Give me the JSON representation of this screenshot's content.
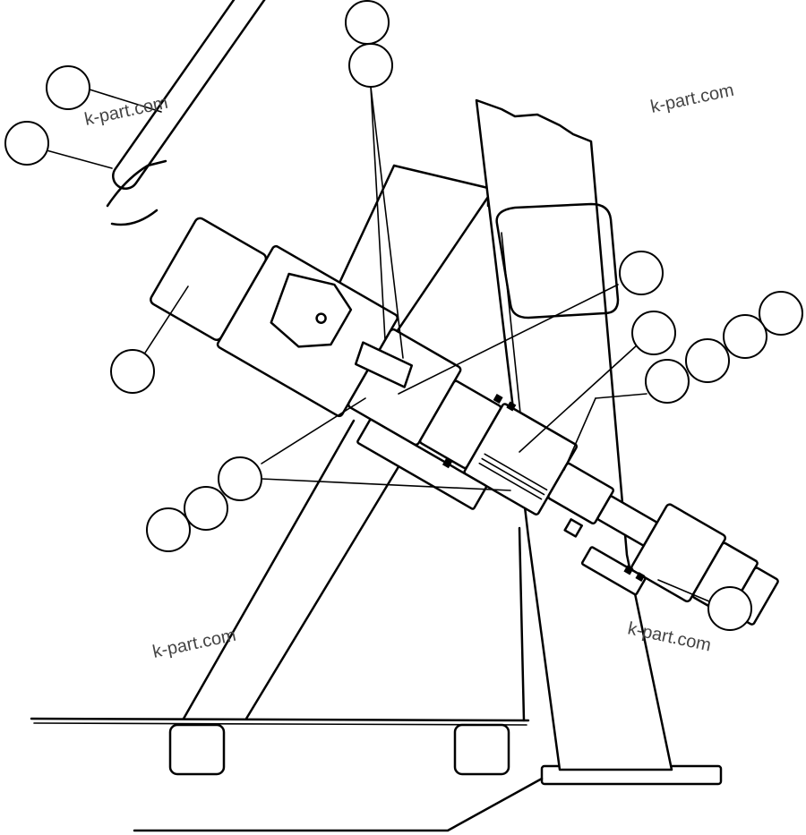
{
  "watermarks": [
    {
      "id": "wm-top-left",
      "text": "k-part.com"
    },
    {
      "id": "wm-top-right",
      "text": "k-part.com"
    },
    {
      "id": "wm-bottom-left",
      "text": "k-part.com"
    },
    {
      "id": "wm-bottom-right",
      "text": "k-part.com"
    }
  ],
  "callouts": [
    {
      "name": "callout-top-1",
      "label": ""
    },
    {
      "name": "callout-top-2",
      "label": ""
    },
    {
      "name": "callout-wheel-1",
      "label": ""
    },
    {
      "name": "callout-wheel-2",
      "label": ""
    },
    {
      "name": "callout-column-lower",
      "label": ""
    },
    {
      "name": "callout-right-a",
      "label": ""
    },
    {
      "name": "callout-right-b",
      "label": ""
    },
    {
      "name": "callout-right-c",
      "label": ""
    },
    {
      "name": "callout-right-d",
      "label": ""
    },
    {
      "name": "callout-right-e",
      "label": ""
    },
    {
      "name": "callout-right-f",
      "label": ""
    },
    {
      "name": "callout-left-a",
      "label": ""
    },
    {
      "name": "callout-left-b",
      "label": ""
    },
    {
      "name": "callout-left-c",
      "label": ""
    },
    {
      "name": "callout-bottom-right",
      "label": ""
    }
  ]
}
